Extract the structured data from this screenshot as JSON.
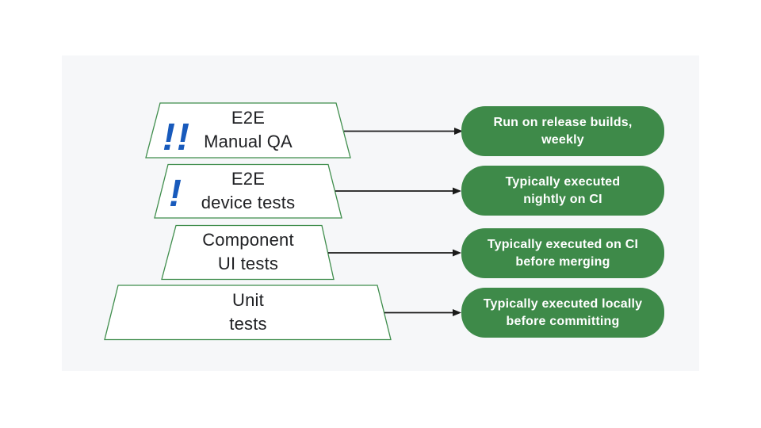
{
  "colors": {
    "page_background": "#ffffff",
    "panel_background": "#f6f7f9",
    "note_box_green": "#3e8a49",
    "trapezoid_border_green": "#3f8d4c",
    "trapezoid_fill": "#ffffff",
    "priority_marker_blue": "#185abc",
    "arrow_black": "#1a1a1a",
    "label_text": "#202124",
    "note_text": "#ffffff"
  },
  "diagram": {
    "type": "test-pyramid",
    "rows": [
      {
        "label_line1": "E2E",
        "label_line2": "Manual QA",
        "marker": "!!",
        "note_line1": "Run on release builds,",
        "note_line2": "weekly"
      },
      {
        "label_line1": "E2E",
        "label_line2": "device tests",
        "marker": "!",
        "note_line1": "Typically executed",
        "note_line2": "nightly on CI"
      },
      {
        "label_line1": "Component",
        "label_line2": "UI tests",
        "marker": "",
        "note_line1": "Typically executed on CI",
        "note_line2": "before merging"
      },
      {
        "label_line1": "Unit",
        "label_line2": "tests",
        "marker": "",
        "note_line1": "Typically executed locally",
        "note_line2": "before committing"
      }
    ]
  }
}
